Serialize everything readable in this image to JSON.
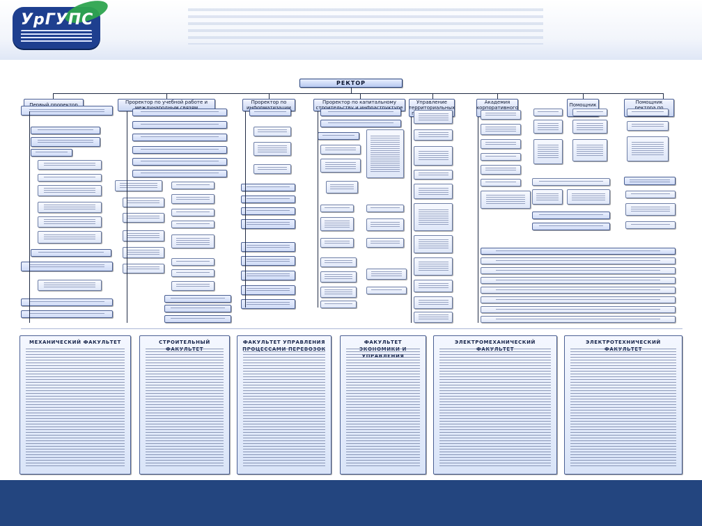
{
  "header": {
    "logo_text": "УрГУПС",
    "title": ""
  },
  "org": {
    "root": "РЕКТОР",
    "branches": [
      {
        "label": "Первый проректор"
      },
      {
        "label": "Проректор по учебной работе и международным связям"
      },
      {
        "label": "Проректор по информатизации"
      },
      {
        "label": "Проректор по капитальному строительству и инфраструктуре"
      },
      {
        "label": "Управление территориальных подразделений"
      },
      {
        "label": "Академия корпоративного образования"
      },
      {
        "label": "Помощник ректора"
      },
      {
        "label": "Помощник ректора по безопасности"
      }
    ]
  },
  "middle_banner": {
    "text": ""
  },
  "faculties": [
    {
      "title": "МЕХАНИЧЕСКИЙ ФАКУЛЬТЕТ"
    },
    {
      "title": "СТРОИТЕЛЬНЫЙ ФАКУЛЬТЕТ"
    },
    {
      "title": "ФАКУЛЬТЕТ УПРАВЛЕНИЯ ПРОЦЕССАМИ ПЕРЕВОЗОК"
    },
    {
      "title": "ФАКУЛЬТЕТ ЭКОНОМИКИ И УПРАВЛЕНИЯ"
    },
    {
      "title": "ЭЛЕКТРОМЕХАНИЧЕСКИЙ ФАКУЛЬТЕТ"
    },
    {
      "title": "ЭЛЕКТРОТЕХНИЧЕСКИЙ ФАКУЛЬТЕТ"
    }
  ],
  "colors": {
    "page_blue": "#1d3a73",
    "sheet": "#ffffff",
    "box_border": "#4a5f93"
  }
}
